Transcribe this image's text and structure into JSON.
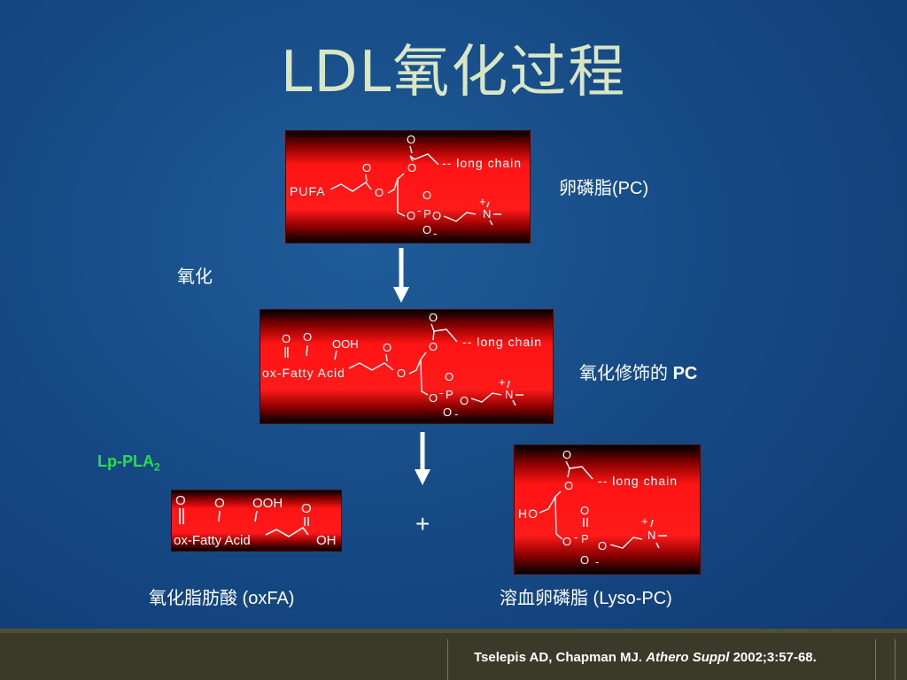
{
  "title": "LDL氧化过程",
  "chem": {
    "o": "O",
    "long_chain": "-- long chain",
    "pufa": "PUFA",
    "p": "P",
    "n": "N",
    "plus": "+",
    "minus": "-",
    "ooh": "OOH",
    "ox_fatty_acid": "ox-Fatty Acid",
    "ho": "HO",
    "oh": "OH"
  },
  "labels": {
    "pc": "卵磷脂(PC)",
    "oxidation": "氧化",
    "ox_pc_prefix": "氧化修饰的",
    "ox_pc_suffix": "PC",
    "enzyme": "Lp-PLA",
    "enzyme_sub": "2",
    "plus": "+",
    "oxfa": "氧化脂肪酸 (oxFA)",
    "lyso_pc": "溶血卵磷脂 (Lyso-PC)"
  },
  "footer": {
    "authors": "Tselepis AD, Chapman MJ.",
    "journal": "Athero Suppl",
    "ref": "2002;3:57-68."
  },
  "colors": {
    "box_red": "#ff1414",
    "title": "#d9e6c4",
    "enzyme_green": "#26e04a",
    "background": "#164a85",
    "footer": "#3a3a28"
  }
}
